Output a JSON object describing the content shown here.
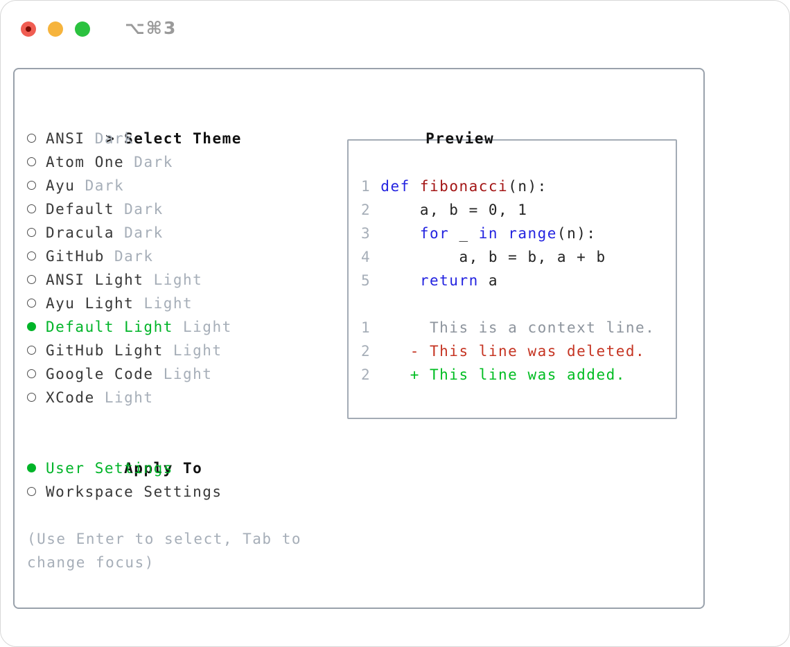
{
  "window": {
    "title": "⌥⌘3",
    "controls": [
      "close",
      "minimize",
      "zoom"
    ]
  },
  "theme_selector": {
    "header_prefix": ">",
    "header": "Select Theme",
    "items": [
      {
        "name": "ANSI",
        "variant": "Dark",
        "selected": false
      },
      {
        "name": "Atom One",
        "variant": "Dark",
        "selected": false
      },
      {
        "name": "Ayu",
        "variant": "Dark",
        "selected": false
      },
      {
        "name": "Default",
        "variant": "Dark",
        "selected": false
      },
      {
        "name": "Dracula",
        "variant": "Dark",
        "selected": false
      },
      {
        "name": "GitHub",
        "variant": "Dark",
        "selected": false
      },
      {
        "name": "ANSI Light",
        "variant": "Light",
        "selected": false
      },
      {
        "name": "Ayu Light",
        "variant": "Light",
        "selected": false
      },
      {
        "name": "Default Light",
        "variant": "Light",
        "selected": true
      },
      {
        "name": "GitHub Light",
        "variant": "Light",
        "selected": false
      },
      {
        "name": "Google Code",
        "variant": "Light",
        "selected": false
      },
      {
        "name": "XCode",
        "variant": "Light",
        "selected": false
      }
    ]
  },
  "apply_to": {
    "header": "Apply To",
    "options": [
      {
        "label": "User Settings",
        "selected": true
      },
      {
        "label": "Workspace Settings",
        "selected": false
      }
    ]
  },
  "help_text": "(Use Enter to select, Tab to change focus)",
  "preview": {
    "title": "Preview",
    "lines": [
      {
        "name": "code-line-1",
        "tokens": [
          {
            "t": "1 ",
            "s": "num"
          },
          {
            "t": "def",
            "s": "kw"
          },
          {
            "t": " ",
            "s": "pl"
          },
          {
            "t": "fibonacci",
            "s": "fn"
          },
          {
            "t": "(n):",
            "s": "pl"
          }
        ]
      },
      {
        "name": "code-line-2",
        "tokens": [
          {
            "t": "2 ",
            "s": "num"
          },
          {
            "t": "    a, b = 0, 1",
            "s": "pl"
          }
        ]
      },
      {
        "name": "code-line-3",
        "tokens": [
          {
            "t": "3 ",
            "s": "num"
          },
          {
            "t": "    ",
            "s": "pl"
          },
          {
            "t": "for",
            "s": "kw"
          },
          {
            "t": " _ ",
            "s": "pl"
          },
          {
            "t": "in",
            "s": "kw"
          },
          {
            "t": " ",
            "s": "pl"
          },
          {
            "t": "range",
            "s": "kw"
          },
          {
            "t": "(n):",
            "s": "pl"
          }
        ]
      },
      {
        "name": "code-line-4",
        "tokens": [
          {
            "t": "4 ",
            "s": "num"
          },
          {
            "t": "        a, b = b, a + b",
            "s": "pl"
          }
        ]
      },
      {
        "name": "code-line-5",
        "tokens": [
          {
            "t": "5 ",
            "s": "num"
          },
          {
            "t": "    ",
            "s": "pl"
          },
          {
            "t": "return",
            "s": "kw"
          },
          {
            "t": " a",
            "s": "pl"
          }
        ]
      },
      {
        "name": "blank-line",
        "tokens": []
      },
      {
        "name": "diff-context-line",
        "tokens": [
          {
            "t": "1 ",
            "s": "num"
          },
          {
            "t": "     This is a context line.",
            "s": "ctx"
          }
        ]
      },
      {
        "name": "diff-deleted-line",
        "tokens": [
          {
            "t": "2 ",
            "s": "num"
          },
          {
            "t": "   - This line was deleted.",
            "s": "del"
          }
        ]
      },
      {
        "name": "diff-added-line",
        "tokens": [
          {
            "t": "2 ",
            "s": "num"
          },
          {
            "t": "   + This line was added.",
            "s": "add"
          }
        ]
      }
    ]
  },
  "colors": {
    "accent_green": "#00b428",
    "keyword_blue": "#2323e0",
    "function_red": "#a31515",
    "diff_delete_red": "#c53422",
    "diff_add_green": "#00bd22",
    "muted_gray": "#a6aeb8",
    "box_border_gray": "#99a1ab"
  }
}
